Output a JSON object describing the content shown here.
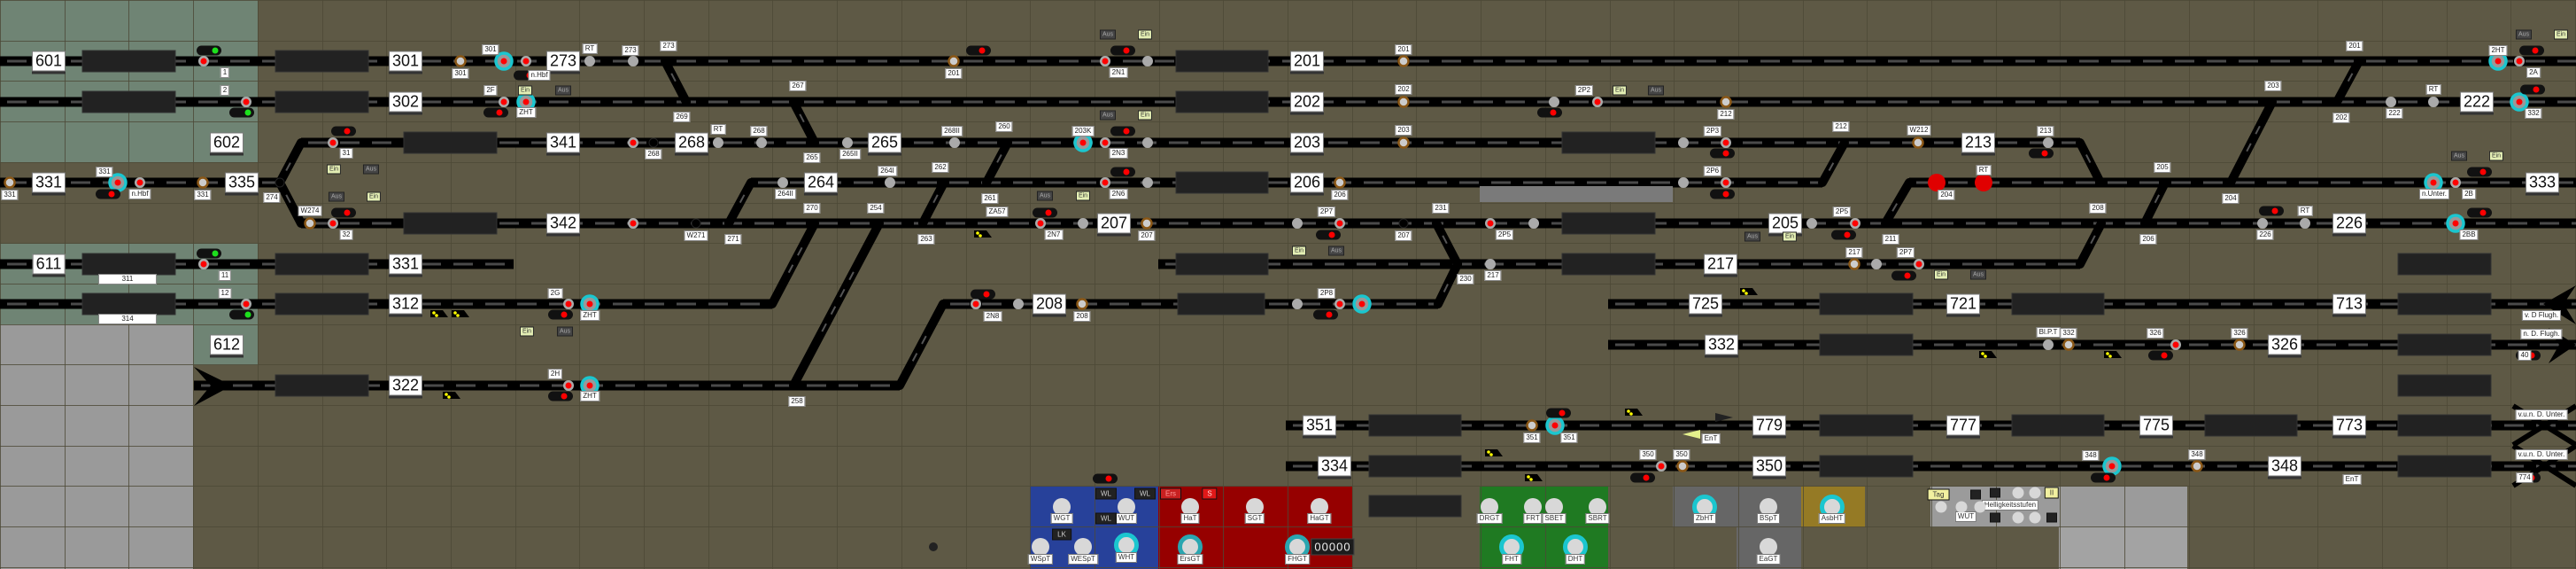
{
  "colors": {
    "background": "#5e5945",
    "grid": "#4d4937",
    "station_area": "#6f8474",
    "track": "#000000",
    "signal_red": "#ff0000",
    "cyan_ring": "#1bc6cf",
    "ein": "#e4efb4",
    "aus": "#454545",
    "blue_panel": "#27419a",
    "red_panel": "#960000",
    "green_panel": "#1f7a22",
    "gold_panel": "#957a25"
  },
  "track_labels": [
    "601",
    "301",
    "273",
    "201",
    "302",
    "202",
    "222",
    "602",
    "341",
    "268",
    "265",
    "203",
    "213",
    "331",
    "335",
    "264",
    "206",
    "333",
    "342",
    "207",
    "205",
    "226",
    "611",
    "331",
    "217",
    "312",
    "208",
    "725",
    "721",
    "713",
    "612",
    "332",
    "326",
    "322",
    "351",
    "779",
    "777",
    "775",
    "773",
    "334",
    "350",
    "348"
  ],
  "small_labels": [
    "1",
    "2",
    "301",
    "301",
    "RT",
    "n.Hbf",
    "2F",
    "ZHT",
    "31",
    "331",
    "n.Hbf",
    "331",
    "331",
    "274",
    "W274",
    "32",
    "11",
    "12",
    "2G",
    "ZHT",
    "2H",
    "ZHT",
    "273",
    "273",
    "201",
    "267",
    "269",
    "RT",
    "268",
    "268",
    "265",
    "265II",
    "268II",
    "260",
    "264I",
    "262",
    "264II",
    "261",
    "270",
    "254",
    "ZA57",
    "W271",
    "271",
    "263",
    "2N1",
    "2N3",
    "203K",
    "2N6",
    "2N7",
    "207",
    "2N8",
    "208",
    "258",
    "201",
    "202",
    "203",
    "206",
    "2P2",
    "212",
    "2P3",
    "212",
    "W212",
    "2P6",
    "2P7",
    "207",
    "231",
    "2P5",
    "2P5",
    "211",
    "217",
    "2P7",
    "230",
    "217",
    "204",
    "201",
    "2HT",
    "2A",
    "203",
    "202",
    "222",
    "RT",
    "332",
    "213",
    "RT",
    "205",
    "204",
    "n.Unter.",
    "2B",
    "208",
    "206",
    "RT",
    "226",
    "2BB",
    "Bl.P.T",
    "332",
    "326",
    "326",
    "v. D Flugh.",
    "n. D. Flugh.",
    "40",
    "v.u.n. D. Unter.",
    "v.u.n. D. Unter.",
    "348",
    "348",
    "EnT",
    "774",
    "2P8",
    "351",
    "351",
    "350",
    "350",
    "EnT"
  ],
  "block_labels": [
    "311",
    "314"
  ],
  "toggles": [
    "Ein",
    "Aus",
    "Aus",
    "Ein",
    "Ein",
    "Aus",
    "Ein",
    "Aus",
    "Aus",
    "Ein",
    "Aus",
    "Ein",
    "Aus",
    "Ein",
    "Ein",
    "Aus",
    "Ein",
    "Aus",
    "Aus",
    "Ein",
    "Ein",
    "Aus",
    "Ein",
    "Aus",
    "Ein",
    "Aus"
  ],
  "panels": {
    "buttons": [
      "WGT",
      "WUT",
      "WSpT",
      "WESpT",
      "WHT",
      "HaT",
      "SGT",
      "HaGT",
      "ErsGT",
      "FHGT",
      "DRGT",
      "FRT",
      "SBET",
      "SBRT",
      "FHT",
      "DHT",
      "ZbHT",
      "BSpT",
      "EaGT",
      "AsbHT",
      "WUT",
      "Helligkeitsstufen"
    ],
    "tags": [
      "WL",
      "WL",
      "WL",
      "LK",
      "Ers",
      "S",
      "Tag",
      "II"
    ],
    "counter": "00000"
  }
}
